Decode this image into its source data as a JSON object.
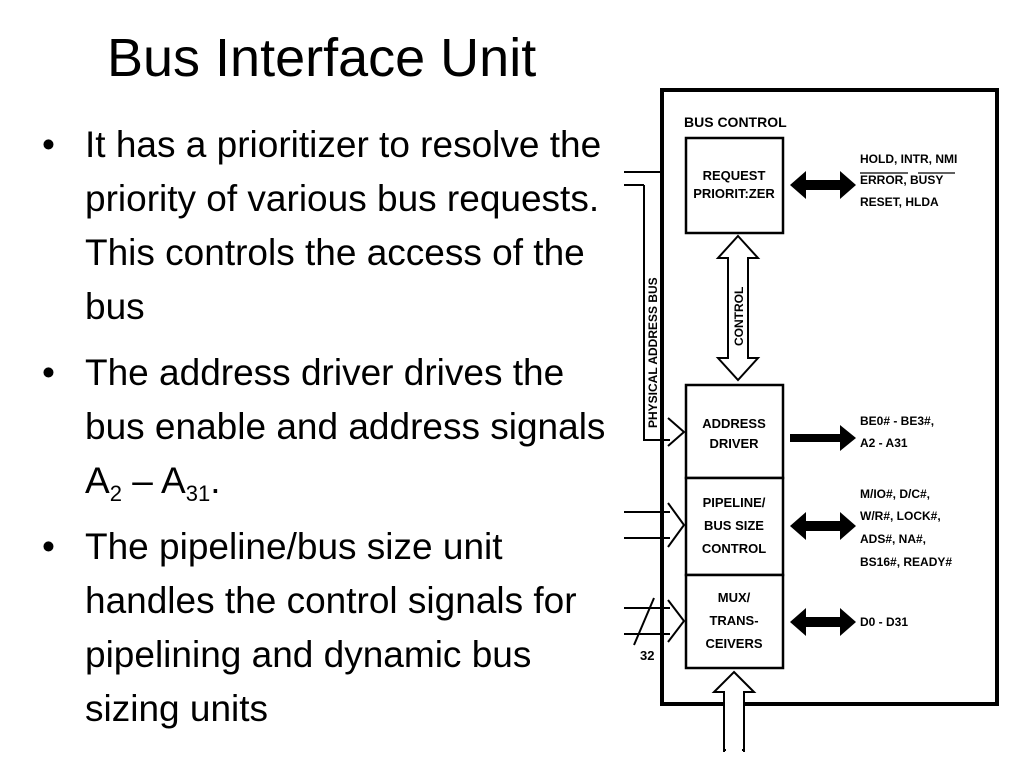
{
  "slide": {
    "title": "Bus Interface Unit",
    "bullets": [
      {
        "text": "It has a prioritizer to resolve the priority of various bus requests. This controls the access of the bus"
      },
      {
        "text_before": "The address driver drives the bus enable and address signals A",
        "sub1": "2",
        "mid": " – A",
        "sub2": "31",
        "after": "."
      },
      {
        "text": "The pipeline/bus size unit handles the control signals for pipelining and dynamic bus sizing units"
      }
    ]
  },
  "diagram": {
    "bus_control_label": "BUS CONTROL",
    "request_prioritizer": [
      "REQUEST",
      "PRIORIT:ZER"
    ],
    "request_signals": [
      "HOLD, INTR, NMI",
      "ERROR, BUSY",
      "RESET, HLDA"
    ],
    "control_label": "CONTROL",
    "physical_address_bus_label": "PHYSICAL ADDRESS BUS",
    "address_driver": [
      "ADDRESS",
      "DRIVER"
    ],
    "address_signals": [
      "BE0# - BE3#,",
      "A2 - A31"
    ],
    "pipeline": [
      "PIPELINE/",
      "BUS SIZE",
      "CONTROL"
    ],
    "pipeline_signals": [
      "M/IO#, D/C#,",
      "W/R#, LOCK#,",
      "ADS#, NA#,",
      "BS16#, READY#"
    ],
    "mux": [
      "MUX/",
      "TRANS-",
      "CEIVERS"
    ],
    "mux_signals": [
      "D0 - D31"
    ],
    "bus_width_label": "32"
  }
}
